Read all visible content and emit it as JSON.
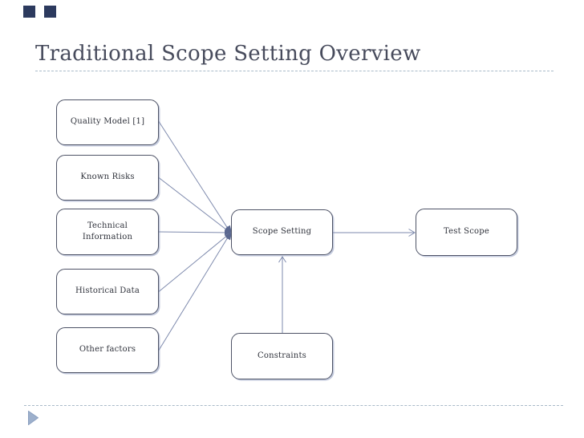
{
  "slide": {
    "title": "Traditional Scope Setting Overview",
    "theme": {
      "title_color": "#474b5c",
      "rule_color": "#a9bac9",
      "accent_square_color": "#2c3a5e",
      "triangle_color": "#9db0cc",
      "box_border_color": "#4e5366",
      "box_fill_color": "#ffffff",
      "connector_color": "#7e8aad",
      "arrowhead_color": "#5b6890"
    }
  },
  "diagram": {
    "boxes": [
      {
        "id": "quality-model",
        "label": "Quality Model [1]"
      },
      {
        "id": "known-risks",
        "label": "Known Risks"
      },
      {
        "id": "technical-information",
        "label": "Technical\nInformation"
      },
      {
        "id": "historical-data",
        "label": "Historical Data"
      },
      {
        "id": "other-factors",
        "label": "Other factors"
      },
      {
        "id": "scope-setting",
        "label": "Scope Setting"
      },
      {
        "id": "test-scope",
        "label": "Test Scope"
      },
      {
        "id": "constraints",
        "label": "Constraints"
      }
    ],
    "connections": [
      {
        "from": "quality-model",
        "to": "scope-setting"
      },
      {
        "from": "known-risks",
        "to": "scope-setting"
      },
      {
        "from": "technical-information",
        "to": "scope-setting"
      },
      {
        "from": "historical-data",
        "to": "scope-setting"
      },
      {
        "from": "other-factors",
        "to": "scope-setting"
      },
      {
        "from": "constraints",
        "to": "scope-setting"
      },
      {
        "from": "scope-setting",
        "to": "test-scope"
      }
    ]
  }
}
